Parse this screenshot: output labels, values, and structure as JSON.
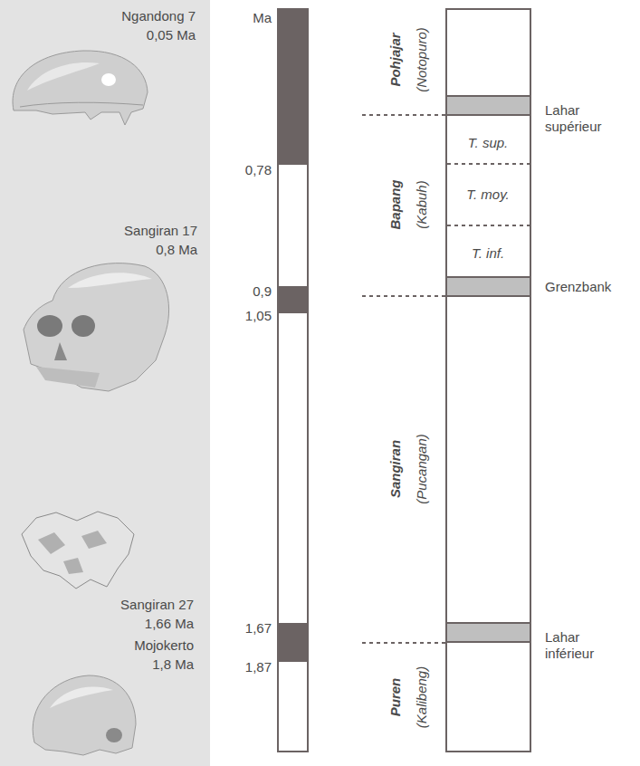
{
  "diagram": {
    "labels": [
      "Ngandong 7",
      "0,05 Ma",
      "Sangiran 17",
      "0,8 Ma",
      "Sangiran 27",
      "1,66 Ma",
      "Mojokerto",
      "1,8 Ma",
      "Ma",
      "0,78",
      "0,9",
      "1,05",
      "1,67",
      "1,87",
      "Pohjajar",
      "(Notopuro)",
      "Bapang",
      "(Kabuh)",
      "Sangiran",
      "(Pucangan)",
      "Puren",
      "(Kalibeng)",
      "T. sup.",
      "T. moy.",
      "T. inf.",
      "Lahar supérieur",
      "Grenzbank",
      "Lahar inférieur"
    ]
  }
}
